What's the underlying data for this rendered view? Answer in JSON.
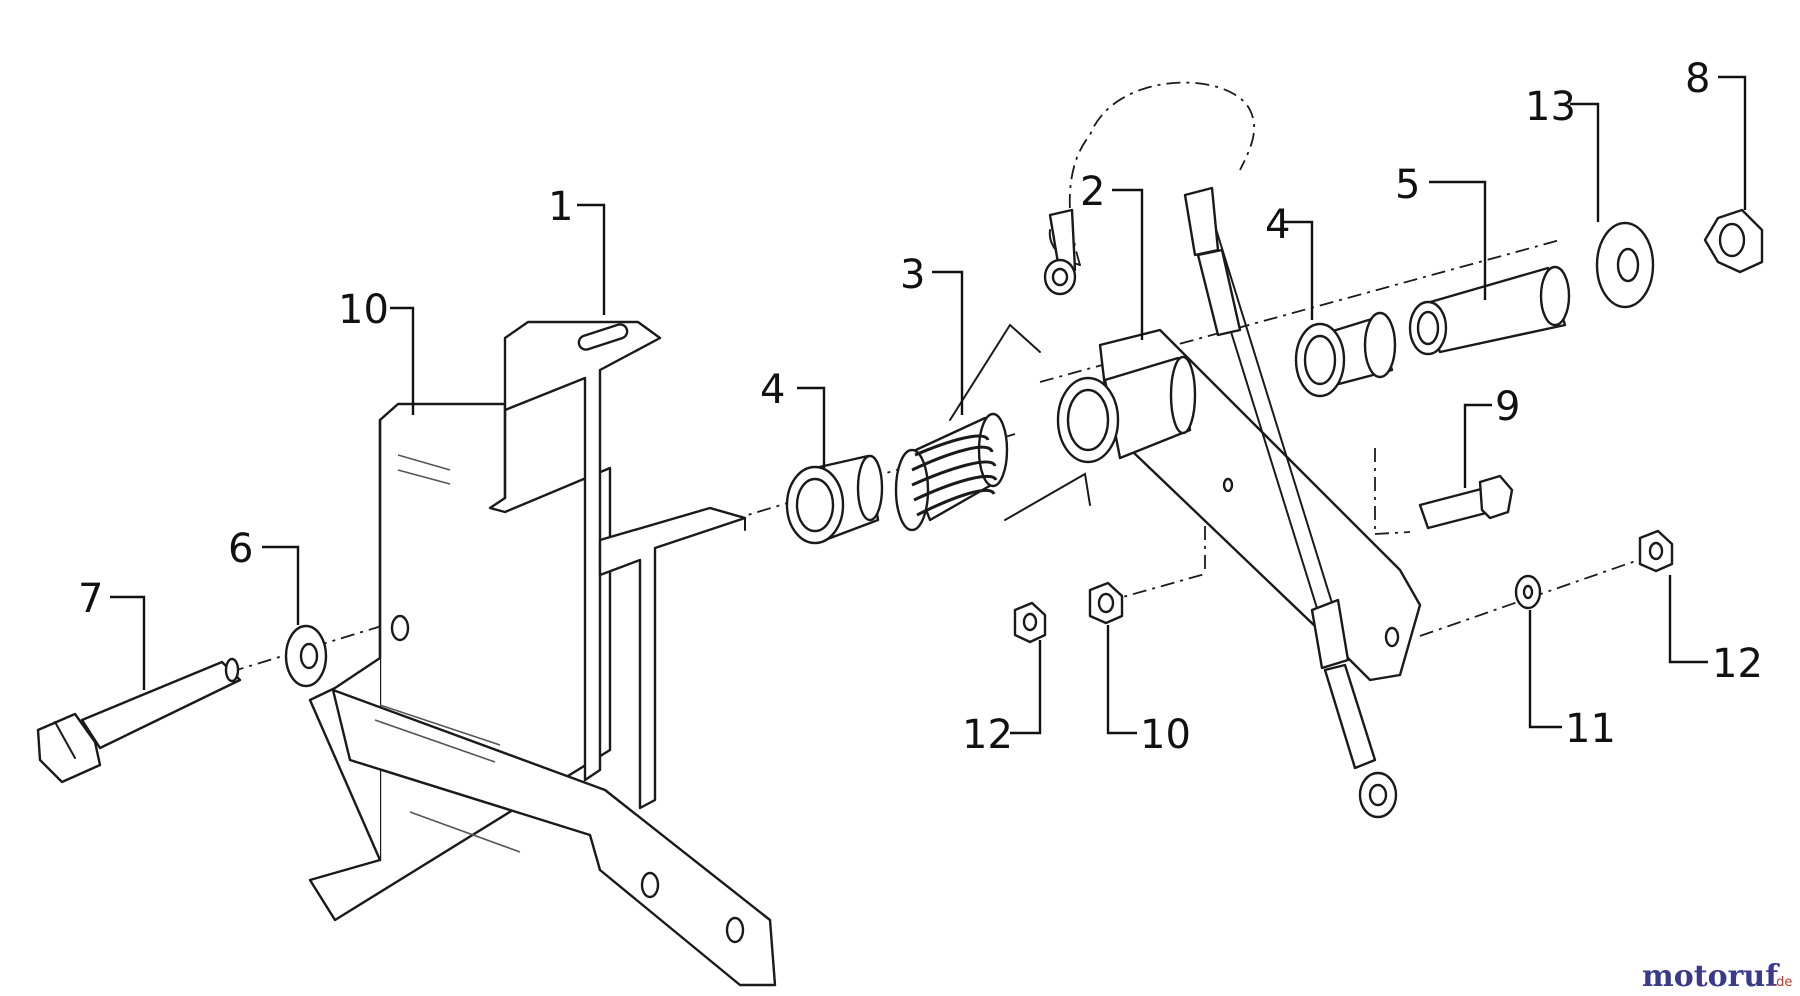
{
  "callouts": {
    "c1": "1",
    "c2": "2",
    "c3": "3",
    "c4a": "4",
    "c4b": "4",
    "c5": "5",
    "c6": "6",
    "c7": "7",
    "c8": "8",
    "c9": "9",
    "c10a": "10",
    "c10b": "10",
    "c11": "11",
    "c12a": "12",
    "c12b": "12",
    "c13": "13"
  },
  "watermark": {
    "brand": "motoruf",
    "suffix": ".de",
    "brand_color": "#3a3a8c",
    "accent_color": "#c0392b"
  }
}
